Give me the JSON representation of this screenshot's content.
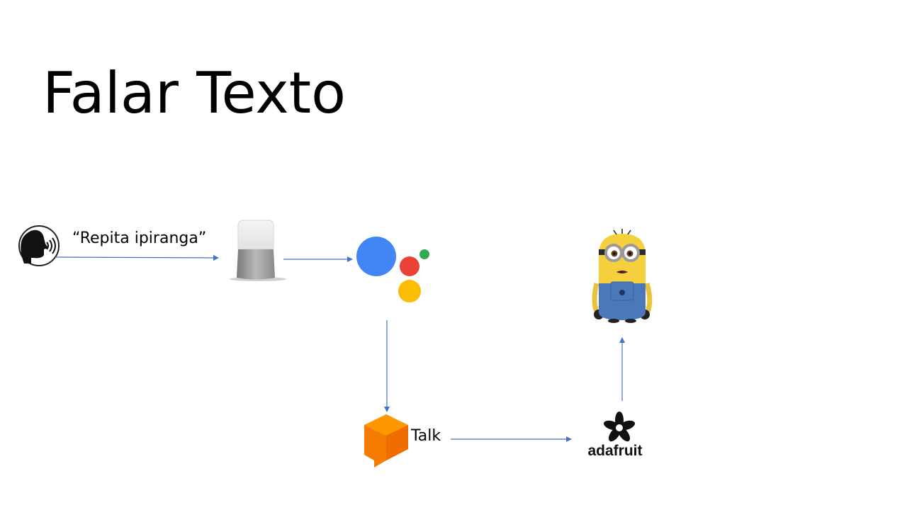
{
  "title": "Falar Texto",
  "speech_quote": "“Repita ipiranga”",
  "talk_label": "Talk",
  "brand_text": "adafruit",
  "colors": {
    "arrow": "#4472c4",
    "assistant_blue": "#4285f4",
    "assistant_red": "#ea4335",
    "assistant_yellow": "#fbbc04",
    "assistant_green": "#34a853",
    "dialogflow_orange": "#f57c00",
    "minion_yellow": "#f5d03c",
    "minion_overalls": "#4a78b8"
  },
  "icons": [
    "speaking-head-icon",
    "google-home-icon",
    "google-assistant-icon",
    "dialogflow-icon",
    "adafruit-logo",
    "minion-icon"
  ]
}
